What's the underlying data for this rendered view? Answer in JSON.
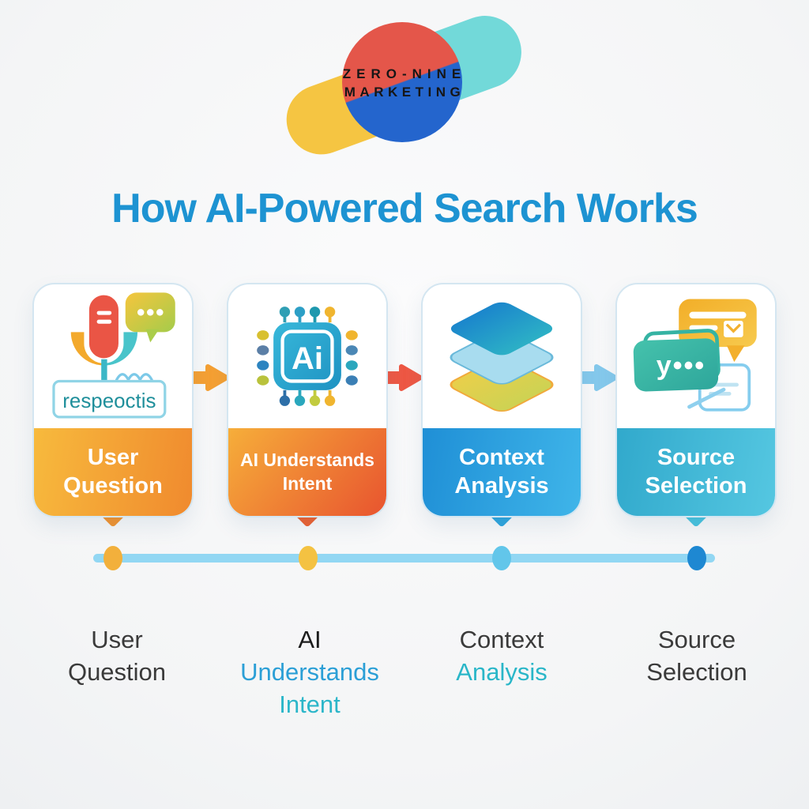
{
  "logo": {
    "name_line1": "ZERO-NINE",
    "name_line2": "MARKETING",
    "colors": {
      "band_left": "#f5c542",
      "band_right": "#72d9d9",
      "circle_top": "#e4564a",
      "circle_bottom": "#2465cd"
    }
  },
  "title": {
    "text": "How AI-Powered Search Works",
    "color": "#1d93d2"
  },
  "steps": [
    {
      "id": "user-question",
      "card_label": "User Question",
      "icon": "microphone-and-speech-bubble-icon",
      "icon_input_text": "respeoctis",
      "card_gradient": [
        "#f7ba3d",
        "#f08a2e"
      ],
      "tail_color": "#f0922f",
      "timeline_dot_color": "#f2b03c",
      "footer_lines": [
        {
          "text": "User",
          "color": "#3a3a3a"
        },
        {
          "text": "Question",
          "color": "#3a3a3a"
        }
      ]
    },
    {
      "id": "ai-understands-intent",
      "card_label": "AI Understands Intent",
      "icon": "ai-chip-icon",
      "chip_text": "Ai",
      "card_gradient": [
        "#f6ae3a",
        "#e8542f"
      ],
      "tail_color": "#ec6130",
      "timeline_dot_color": "#f4c242",
      "footer_lines": [
        {
          "text": "AI",
          "color": "#1c1c1c"
        },
        {
          "text": "Understands",
          "color": "#2b9fd6"
        },
        {
          "text": "Intent",
          "color": "#2bb6c9"
        }
      ]
    },
    {
      "id": "context-analysis",
      "card_label": "Context Analysis",
      "icon": "layers-icon",
      "card_gradient": [
        "#1f8fd6",
        "#3fb5e9"
      ],
      "tail_color": "#2da4dc",
      "timeline_dot_color": "#62c6ea",
      "footer_lines": [
        {
          "text": "Context",
          "color": "#3a3a3a"
        },
        {
          "text": "Analysis",
          "color": "#29b6c8"
        }
      ]
    },
    {
      "id": "source-selection",
      "card_label": "Source Selection",
      "icon": "source-cards-icon",
      "source_text": "y•••",
      "card_gradient": [
        "#31a9cc",
        "#55c7e1"
      ],
      "tail_color": "#48c2dd",
      "timeline_dot_color": "#1e88d2",
      "footer_lines": [
        {
          "text": "Source",
          "color": "#3a3a3a"
        },
        {
          "text": "Selection",
          "color": "#3a3a3a"
        }
      ]
    }
  ],
  "arrows": [
    {
      "color": "#f5a033"
    },
    {
      "color": "#ee5844"
    },
    {
      "color": "#85c9ec"
    }
  ]
}
